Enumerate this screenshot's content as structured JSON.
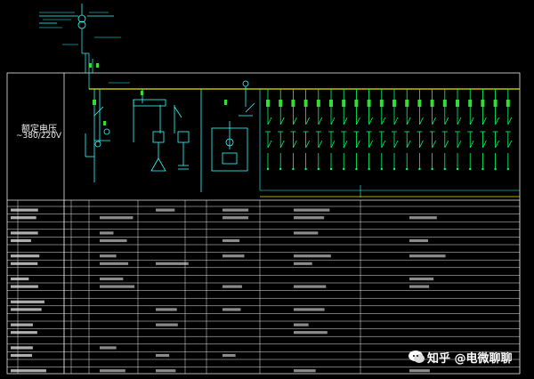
{
  "diagram": {
    "rated_voltage_label": "额定电压",
    "rated_voltage_value": "~380/220V"
  },
  "watermark": {
    "text": "知乎 @电微聊聊",
    "icon": "chat-bubble-icon"
  },
  "colors": {
    "background": "#000000",
    "frame": "#f0f0f0",
    "busbar": "#e6e600",
    "breakers": "#33dd33",
    "equipment": "#33ffff",
    "switches": "#00ff66"
  }
}
